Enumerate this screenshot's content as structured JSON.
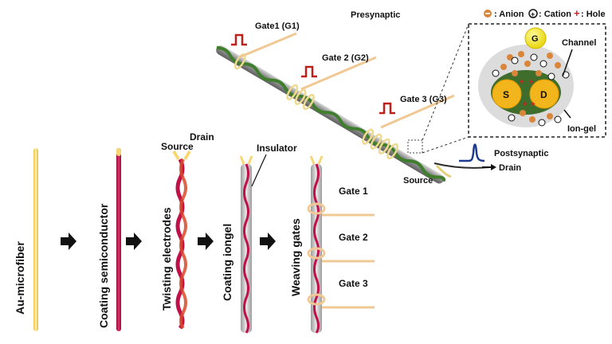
{
  "top": {
    "presynaptic": "Presynaptic",
    "postsynaptic": "Postsynaptic",
    "gate1": "Gate1 (G1)",
    "gate2": "Gate 2 (G2)",
    "gate3": "Gate 3 (G3)",
    "source": "Source",
    "drain": "Drain"
  },
  "inset": {
    "anion_label": ": Anion",
    "cation_label": ": Cation",
    "hole_label": ": Hole",
    "channel": "Channel",
    "ion_gel": "Ion-gel",
    "g": "G",
    "s": "S",
    "d": "D"
  },
  "steps": {
    "s1": "Au-microfiber",
    "s2": "Coating semiconductor",
    "s3": "Twisting electrodes",
    "s4": "Coating iongel",
    "s5": "Weaving gates"
  },
  "bottom_labels": {
    "source": "Source",
    "drain": "Drain",
    "insulator": "Insulator",
    "gate1": "Gate 1",
    "gate2": "Gate 2",
    "gate3": "Gate 3"
  },
  "colors": {
    "gold": "#f7d774",
    "semiconductor": "#c0104a",
    "channel_green": "#3f6e2c",
    "iongel_gray": "#dcdcdc",
    "pulse_red": "#c0201a",
    "spike_blue": "#1f3b8f"
  }
}
